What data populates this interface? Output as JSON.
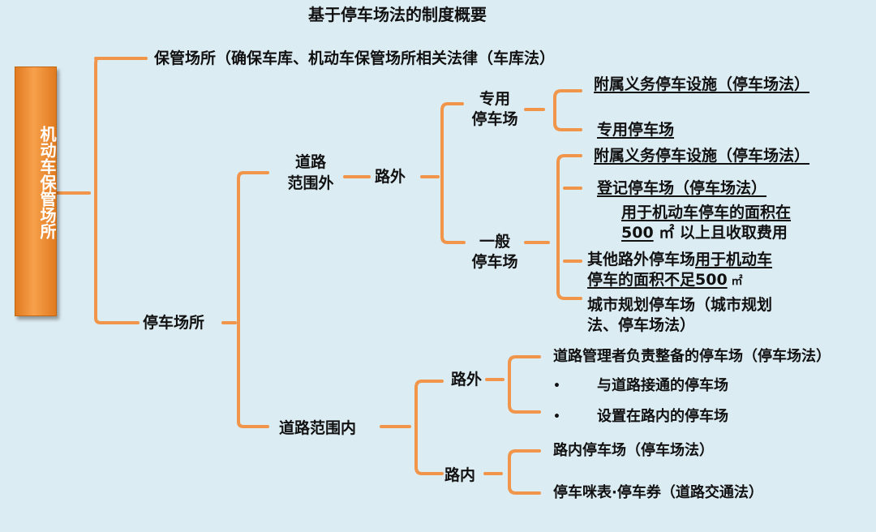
{
  "title": "基于停车场法的制度概要",
  "root": "机动车保管场所",
  "branch_storage": "保管场所（确保车库、机动车保管场所相关法律（车库法）",
  "branch_parking": "停车场所",
  "outside_road_line1": "道路",
  "outside_road_line2": "范围外",
  "lu_wai_1": "路外",
  "dedicated_line1": "专用",
  "dedicated_line2": "停车场",
  "dedicated_item1": "附属义务停车设施（停车场法）",
  "dedicated_item2": "专用停车场",
  "general_line1": "一般",
  "general_line2": "停车场",
  "general_item1": "附属义务停车设施（停车场法）",
  "general_item2": "登记停车场（停车场法）",
  "general_item2_sub1": "用于机动车停车的面积在",
  "general_item2_sub2_num": "500",
  "general_item2_sub2_rest": " ㎡ 以上且收取费用",
  "general_item3_line1a": "其他路外停车场",
  "general_item3_line1b": "用于机动车",
  "general_item3_line2": "停车的面积不足500",
  "general_item3_line2_unit": " ㎡",
  "general_item4_line1": "城市规划停车场（城市规划",
  "general_item4_line2": "法、停车场法）",
  "inside_road": "道路范围内",
  "lu_wai_2": "路外",
  "lu_wai_2_item1": "道路管理者负责整备的停车场（停车场法）",
  "lu_wai_2_item2": "与道路接通的停车场",
  "lu_wai_2_item3": "设置在路内的停车场",
  "bullet": "•",
  "lu_nei": "路内",
  "lu_nei_item1": "路内停车场（停车场法）",
  "lu_nei_item2": "停车咪表·停车券（道路交通法）",
  "colors": {
    "line": "#f0954a",
    "background": "#dcecf3",
    "root_fill": "#ee8a30"
  }
}
